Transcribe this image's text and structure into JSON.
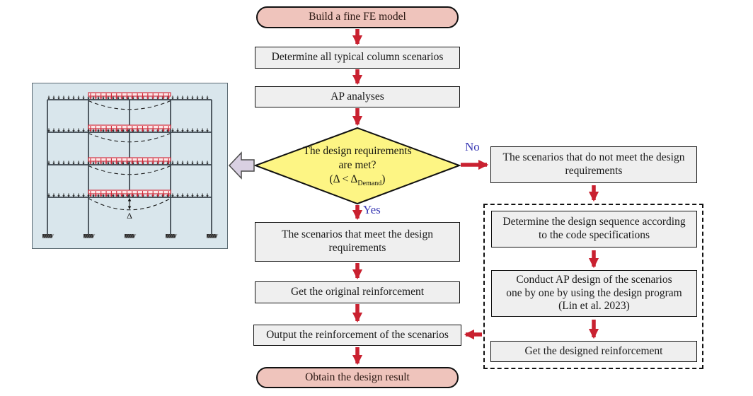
{
  "nodes": {
    "start": "Build a fine FE model",
    "determine_scenarios": "Determine all typical column scenarios",
    "ap_analyses": "AP analyses",
    "decision": {
      "line1": "The design requirements",
      "line2": "are met?",
      "formula_pre": "(Δ < Δ",
      "formula_sub": "Demand",
      "formula_post": ")"
    },
    "scenarios_not_meet": "The scenarios that do not meet the design requirements",
    "scenarios_meet": "The scenarios that meet the design requirements",
    "get_original": "Get the original reinforcement",
    "output_reinforcement": "Output the reinforcement of the scenarios",
    "end": "Obtain the design result",
    "design_sequence": "Determine the design sequence according to the code specifications",
    "conduct_ap_line1": "Conduct AP design of the scenarios",
    "conduct_ap_line2": "one by one by using the design program",
    "conduct_ap_line3": "(Lin et al. 2023)",
    "get_designed": "Get the designed reinforcement"
  },
  "labels": {
    "yes": "Yes",
    "no": "No"
  },
  "figure": {
    "delta_label": "Δ"
  },
  "colors": {
    "arrow_red": "#c92130",
    "load_red": "#cf2233",
    "pill_pink": "#efc4bc",
    "box_gray": "#efefef",
    "diamond_yellow": "#fdf584",
    "frame_background": "#d9e6ec",
    "label_blue": "#3a3ab4",
    "block_arrow_lavender": "#d9d0e2"
  }
}
